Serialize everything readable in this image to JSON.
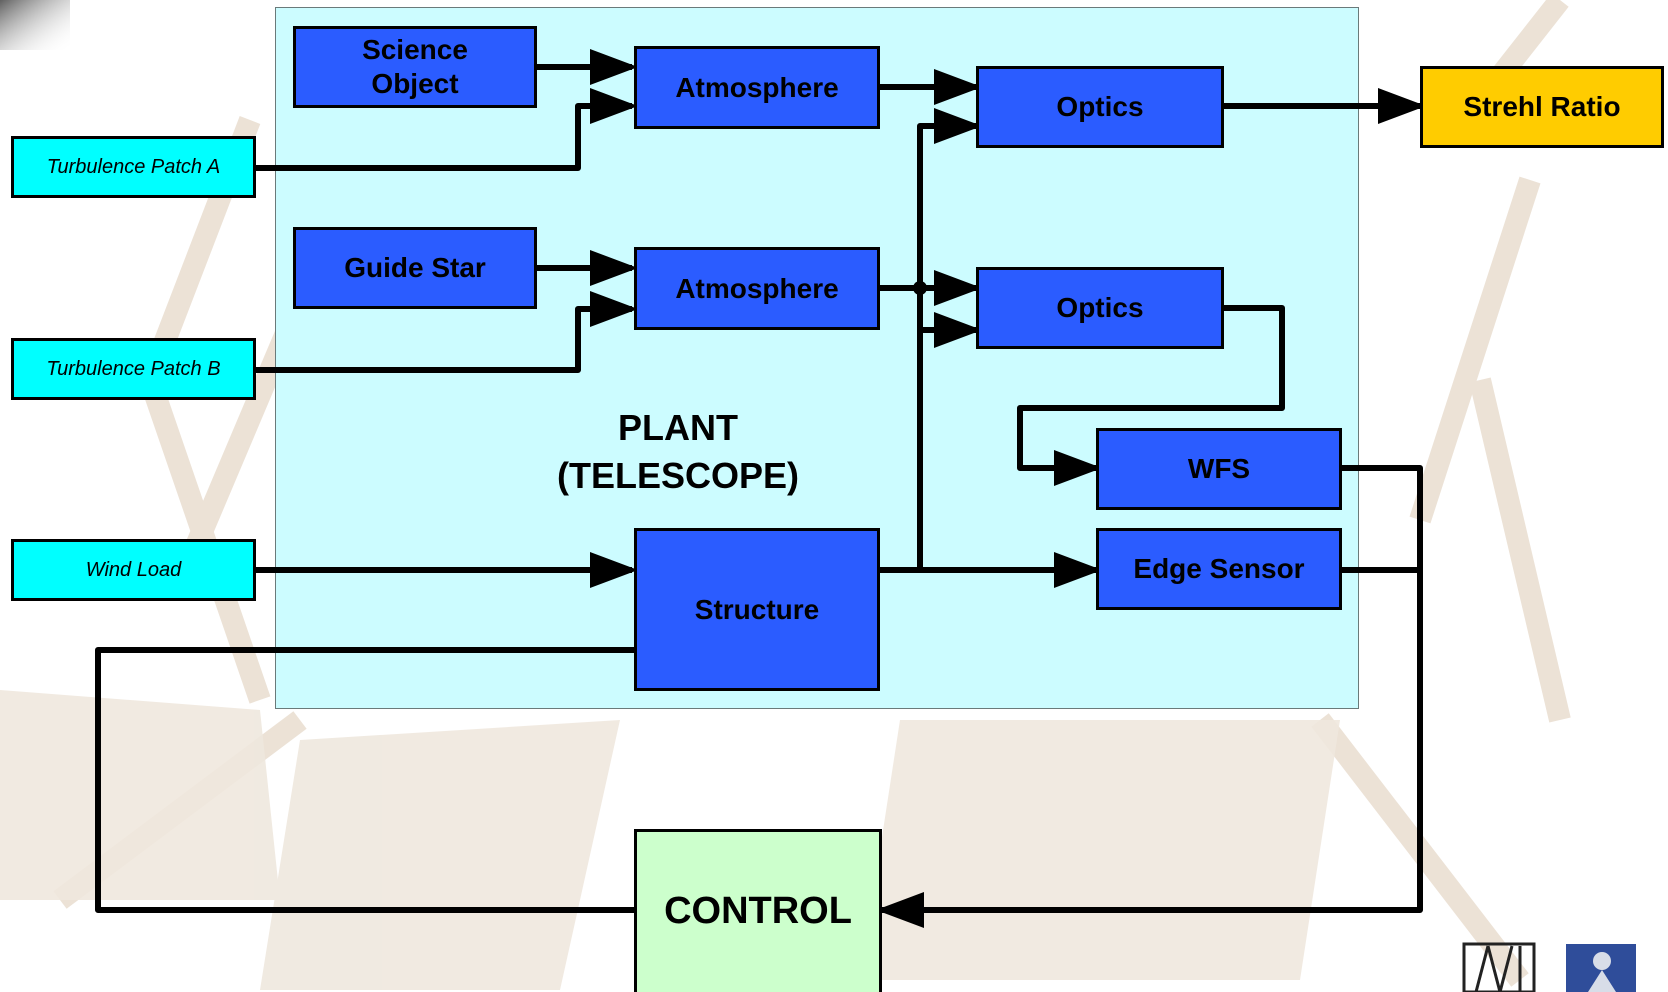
{
  "colors": {
    "plant_fill": "#ccfcff",
    "block_fill": "#2b5cff",
    "input_fill": "#00ffff",
    "output_fill": "#ffcc00",
    "control_fill": "#ccffcc",
    "line": "#000000"
  },
  "plant": {
    "label_line1": "PLANT",
    "label_line2": "(TELESCOPE)"
  },
  "blocks": {
    "science_object": "Science\nObject",
    "atmosphere_a": "Atmosphere",
    "optics_a": "Optics",
    "guide_star": "Guide Star",
    "atmosphere_b": "Atmosphere",
    "optics_b": "Optics",
    "wfs": "WFS",
    "edge_sensor": "Edge Sensor",
    "structure": "Structure"
  },
  "inputs": {
    "turbulence_a": "Turbulence Patch A",
    "turbulence_b": "Turbulence Patch B",
    "wind_load": "Wind Load"
  },
  "output": {
    "strehl_ratio": "Strehl Ratio"
  },
  "control": {
    "label": "CONTROL"
  }
}
